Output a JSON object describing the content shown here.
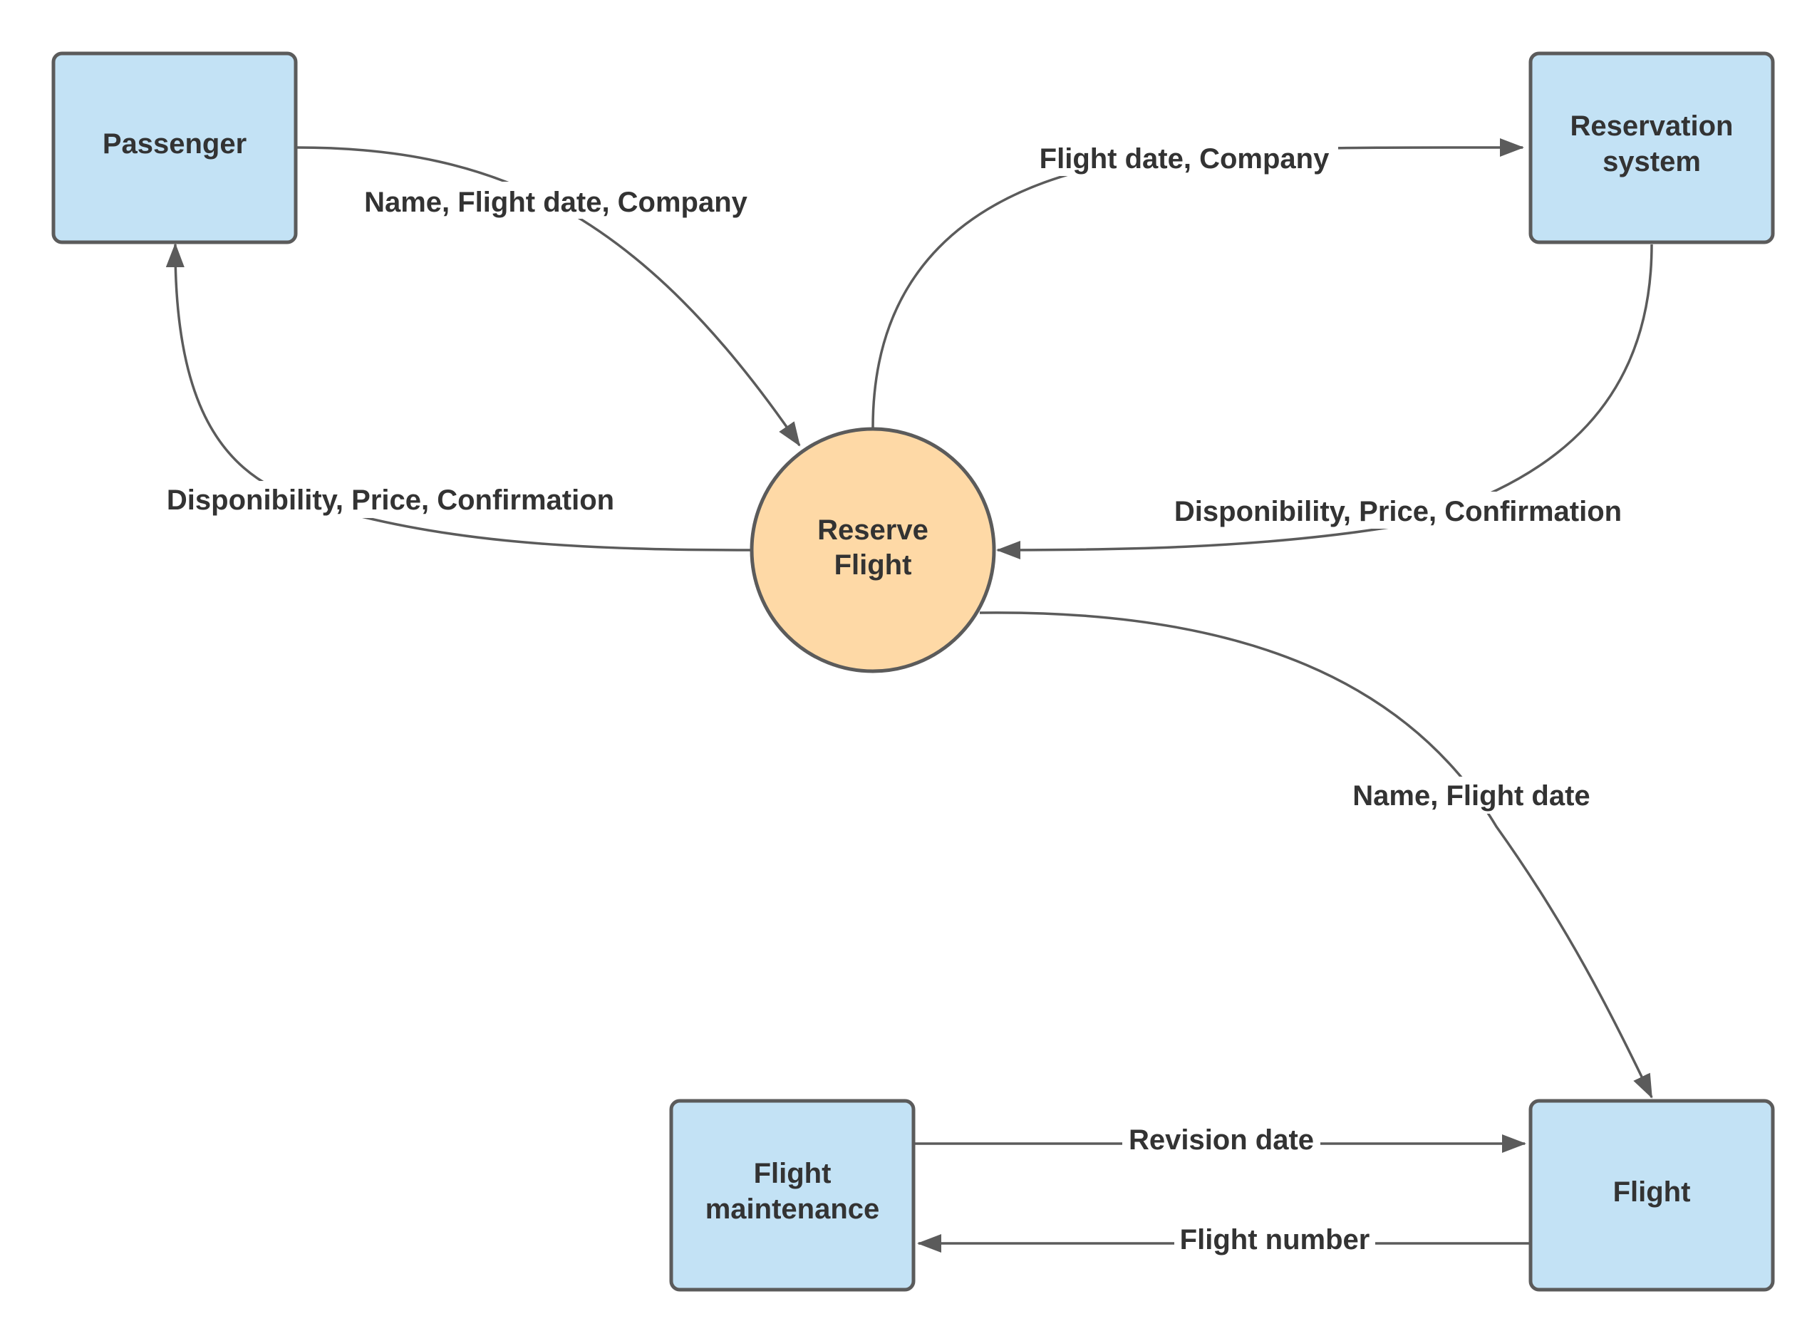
{
  "nodes": {
    "passenger": {
      "label": "Passenger"
    },
    "reservation_system": {
      "lines": [
        "Reservation",
        "system"
      ]
    },
    "reserve_flight": {
      "lines": [
        "Reserve",
        "Flight"
      ]
    },
    "flight_maintenance": {
      "lines": [
        "Flight",
        "maintenance"
      ]
    },
    "flight": {
      "label": "Flight"
    }
  },
  "edges": {
    "passenger_to_reserve": "Name, Flight date, Company",
    "reserve_to_reservation_system": "Flight date, Company",
    "reserve_to_passenger": "Disponibility, Price, Confirmation",
    "reservation_system_to_reserve": "Disponibility, Price, Confirmation",
    "reserve_to_flight": "Name, Flight date",
    "maintenance_to_flight": "Revision date",
    "flight_to_maintenance": "Flight number"
  },
  "colors": {
    "entity_fill": "#c3e2f5",
    "process_fill": "#fed9a6",
    "stroke": "#5b5b5b",
    "text": "#333333"
  }
}
